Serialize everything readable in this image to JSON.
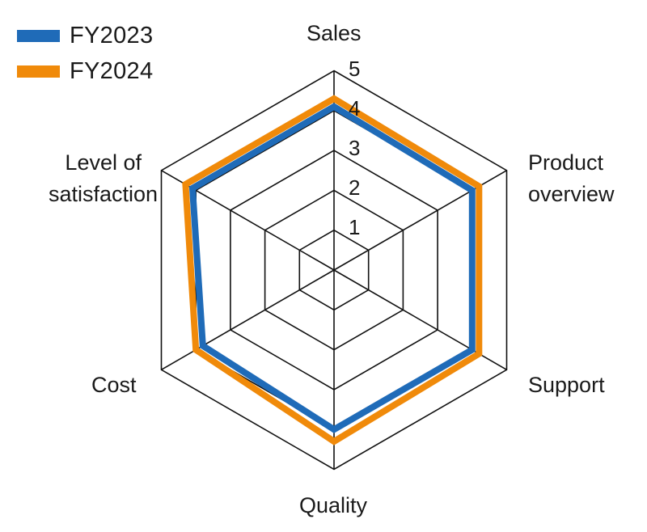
{
  "legend": {
    "items": [
      {
        "label": "FY2023",
        "color": "#1f6bb8"
      },
      {
        "label": "FY2024",
        "color": "#f08a0a"
      }
    ]
  },
  "axes": {
    "sales": "Sales",
    "product_overview_1": "Product",
    "product_overview_2": "overview",
    "support": "Support",
    "quality": "Quality",
    "cost": "Cost",
    "satisfaction_1": "Level of",
    "satisfaction_2": "satisfaction"
  },
  "ticks": {
    "t1": "1",
    "t2": "2",
    "t3": "3",
    "t4": "4",
    "t5": "5"
  },
  "chart_data": {
    "type": "radar",
    "title": "",
    "categories": [
      "Sales",
      "Product overview",
      "Support",
      "Quality",
      "Cost",
      "Level of satisfaction"
    ],
    "series": [
      {
        "name": "FY2023",
        "color": "#1f6bb8",
        "values": [
          4.1,
          4.0,
          4.0,
          4.0,
          3.8,
          4.1
        ]
      },
      {
        "name": "FY2024",
        "color": "#f08a0a",
        "values": [
          4.3,
          4.2,
          4.2,
          4.3,
          4.0,
          4.3
        ]
      }
    ],
    "rlim": [
      0,
      5
    ],
    "ticks": [
      1,
      2,
      3,
      4,
      5
    ],
    "grid": true,
    "legend_position": "top-left"
  }
}
